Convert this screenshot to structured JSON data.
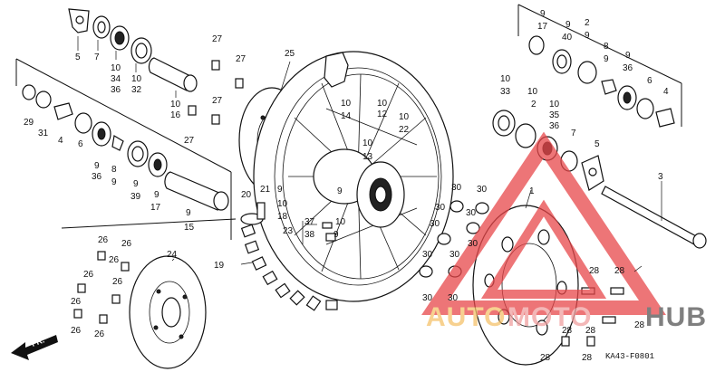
{
  "diagram": {
    "code": "KA43-F0801",
    "direction_label": "FR.",
    "watermark_parts": [
      "AUTO",
      "MOTO",
      "HUB"
    ],
    "labels": [
      "5",
      "7",
      "10",
      "34",
      "36",
      "10",
      "32",
      "10",
      "16",
      "27",
      "27",
      "27",
      "27",
      "25",
      "29",
      "31",
      "4",
      "6",
      "9",
      "36",
      "8",
      "9",
      "9",
      "39",
      "9",
      "17",
      "9",
      "15",
      "10",
      "14",
      "10",
      "12",
      "10",
      "22",
      "10",
      "13",
      "9",
      "20",
      "21",
      "9",
      "10",
      "18",
      "37",
      "10",
      "23",
      "38",
      "9",
      "19",
      "24",
      "26",
      "26",
      "26",
      "26",
      "26",
      "26",
      "26",
      "26",
      "30",
      "30",
      "30",
      "30",
      "30",
      "30",
      "30",
      "30",
      "30",
      "30",
      "9",
      "17",
      "9",
      "40",
      "2",
      "9",
      "8",
      "9",
      "9",
      "36",
      "6",
      "4",
      "10",
      "33",
      "10",
      "2",
      "10",
      "35",
      "36",
      "7",
      "5",
      "3",
      "1",
      "28",
      "28",
      "28",
      "28",
      "28",
      "28",
      "28"
    ]
  }
}
